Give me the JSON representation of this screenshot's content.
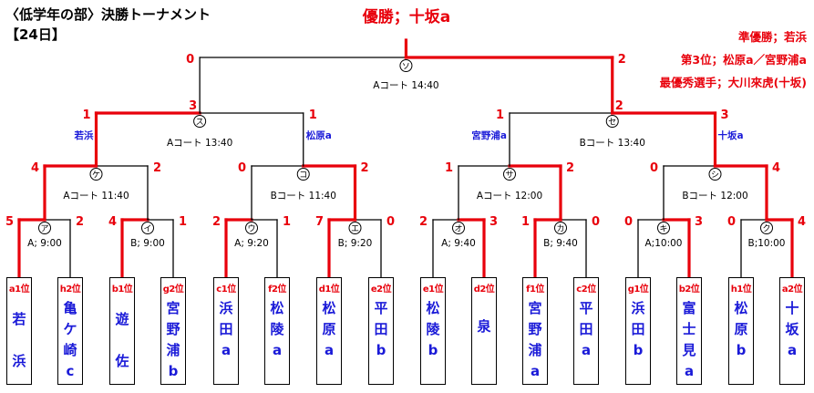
{
  "header": {
    "title": "〈低学年の部〉決勝トーナメント",
    "date": "【24日】",
    "champion": "優勝；十坂a"
  },
  "results": {
    "runner_up": "準優勝；若浜",
    "third_place": "第3位；松原a／宮野浦a",
    "mvp": "最優秀選手；大川來虎(十坂)"
  },
  "colors": {
    "win": "#e8000b",
    "line": "#000000",
    "team": "#1a1ad8",
    "seed": "#e8000b"
  },
  "teams": [
    {
      "seed": "a1位",
      "name": "若浜"
    },
    {
      "seed": "h2位",
      "name": "亀ケ崎c"
    },
    {
      "seed": "b1位",
      "name": "遊佐"
    },
    {
      "seed": "g2位",
      "name": "宮野浦b"
    },
    {
      "seed": "c1位",
      "name": "浜田a"
    },
    {
      "seed": "f2位",
      "name": "松陵a"
    },
    {
      "seed": "d1位",
      "name": "松原a"
    },
    {
      "seed": "e2位",
      "name": "平田b"
    },
    {
      "seed": "e1位",
      "name": "松陵b"
    },
    {
      "seed": "d2位",
      "name": "泉"
    },
    {
      "seed": "f1位",
      "name": "宮野浦a"
    },
    {
      "seed": "c2位",
      "name": "平田a"
    },
    {
      "seed": "g1位",
      "name": "浜田b"
    },
    {
      "seed": "b2位",
      "name": "富士見a"
    },
    {
      "seed": "h1位",
      "name": "松原b"
    },
    {
      "seed": "a2位",
      "name": "十坂a"
    }
  ],
  "matches": [
    {
      "id": "r1-1",
      "circle": "ア",
      "info": "A; 9:00",
      "score_left": "5",
      "score_right": "2",
      "winner": "left"
    },
    {
      "id": "r1-2",
      "circle": "イ",
      "info": "B; 9:00",
      "score_left": "4",
      "score_right": "1",
      "winner": "left"
    },
    {
      "id": "r1-3",
      "circle": "ウ",
      "info": "A; 9:20",
      "score_left": "2",
      "score_right": "1",
      "winner": "left"
    },
    {
      "id": "r1-4",
      "circle": "エ",
      "info": "B; 9:20",
      "score_left": "7",
      "score_right": "0",
      "winner": "left"
    },
    {
      "id": "r1-5",
      "circle": "オ",
      "info": "A; 9:40",
      "score_left": "2",
      "score_right": "3",
      "winner": "right"
    },
    {
      "id": "r1-6",
      "circle": "カ",
      "info": "B; 9:40",
      "score_left": "1",
      "score_right": "0",
      "winner": "left"
    },
    {
      "id": "r1-7",
      "circle": "キ",
      "info": "A;10:00",
      "score_left": "0",
      "score_right": "3",
      "winner": "right"
    },
    {
      "id": "r1-8",
      "circle": "ク",
      "info": "B;10:00",
      "score_left": "0",
      "score_right": "4",
      "winner": "right"
    },
    {
      "id": "qf-1",
      "circle": "ケ",
      "info": "Aコート 11:40",
      "score_left": "4",
      "score_right": "2",
      "winner": "left"
    },
    {
      "id": "qf-2",
      "circle": "コ",
      "info": "Bコート 11:40",
      "score_left": "0",
      "score_right": "2",
      "winner": "right"
    },
    {
      "id": "qf-3",
      "circle": "サ",
      "info": "Aコート 12:00",
      "score_left": "1",
      "score_right": "2",
      "winner": "right"
    },
    {
      "id": "qf-4",
      "circle": "シ",
      "info": "Bコート 12:00",
      "score_left": "0",
      "score_right": "4",
      "winner": "right"
    },
    {
      "id": "sf-1",
      "circle": "ス",
      "info": "Aコート 13:40",
      "score_left": "1",
      "score_right": "1",
      "winner": "left",
      "label_left": "若浜",
      "label_right": "松原a"
    },
    {
      "id": "sf-2",
      "circle": "セ",
      "info": "Bコート 13:40",
      "score_left": "1",
      "score_right": "3",
      "winner": "right",
      "label_left": "宮野浦a",
      "label_right": "十坂a"
    },
    {
      "id": "final",
      "circle": "ソ",
      "info": "Aコート 14:40",
      "score_left": "0",
      "score_right": "2",
      "winner": "right",
      "extra_left": "3",
      "extra_right": "2"
    }
  ]
}
